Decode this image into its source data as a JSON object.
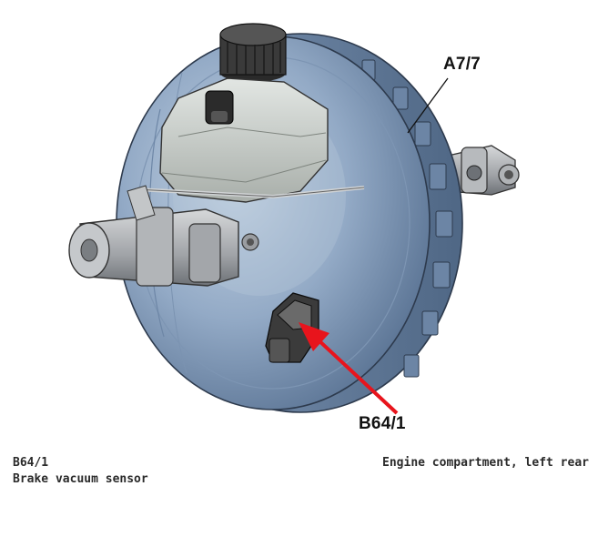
{
  "callouts": {
    "booster": "A7/7",
    "sensor": "B64/1"
  },
  "caption": {
    "code": "B64/1",
    "name": "Brake vacuum sensor",
    "location": "Engine compartment, left rear"
  },
  "colors": {
    "booster_body": "#93aac6",
    "booster_dark": "#5f7898",
    "reservoir": "#c9ceca",
    "master_cylinder": "#a9acaf",
    "pointer_arrow": "#e8141c"
  }
}
